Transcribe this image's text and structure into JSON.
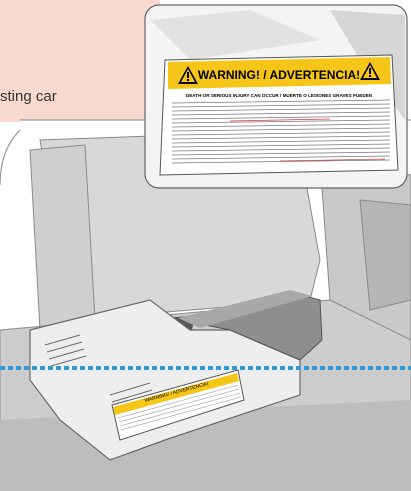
{
  "caption": "sting car",
  "warning_title": "WARNING! / ADVERTENCIA!",
  "warning_subtitle": "DEATH OR SERIOUS INJURY CAN OCCUR / MUERTE O LESIONES GRAVES PUEDEN",
  "small_label_title": "WARNING! / ADVERTENCIA!",
  "icons": [
    "warning-triangle-icon-left",
    "warning-triangle-icon-right"
  ],
  "colors": {
    "pink_band": "#f7d9cf",
    "warning_yellow": "#f5c518",
    "guide_line": "#2a9fd6",
    "seat_gray": "#d7d7d7",
    "seat_dark": "#b9b9b9",
    "booster_light": "#eeeeee"
  }
}
